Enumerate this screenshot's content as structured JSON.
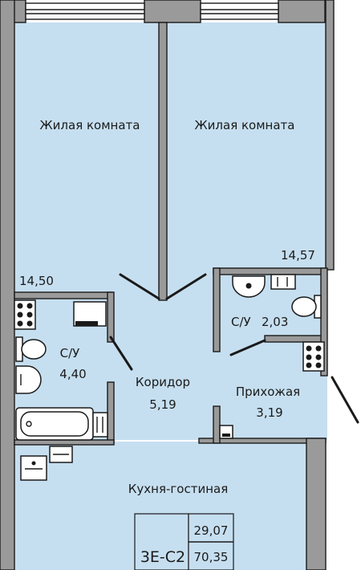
{
  "colors": {
    "room_fill": "#c6dff0",
    "wall_fill": "#9a9a9a",
    "line": "#1a1a1a"
  },
  "rooms": {
    "bedroom1": {
      "name": "Жилая комната",
      "area": "14,50"
    },
    "bedroom2": {
      "name": "Жилая комната",
      "area": "14,57"
    },
    "bathroom": {
      "name": "С/У",
      "area": "4,40"
    },
    "wc": {
      "name": "С/У",
      "area": "2,03"
    },
    "corridor": {
      "name": "Коридор",
      "area": "5,19"
    },
    "hallway": {
      "name": "Прихожая",
      "area": "3,19"
    },
    "kitchen": {
      "name": "Кухня-гостиная",
      "area": ""
    }
  },
  "legend": {
    "code": "3Е-С2",
    "living_area": "29,07",
    "total_area": "70,35"
  },
  "icons": [
    "window-icon",
    "door-swing-icon",
    "bathtub-icon",
    "toilet-icon",
    "sink-icon",
    "stove-icon",
    "washing-machine-icon"
  ]
}
